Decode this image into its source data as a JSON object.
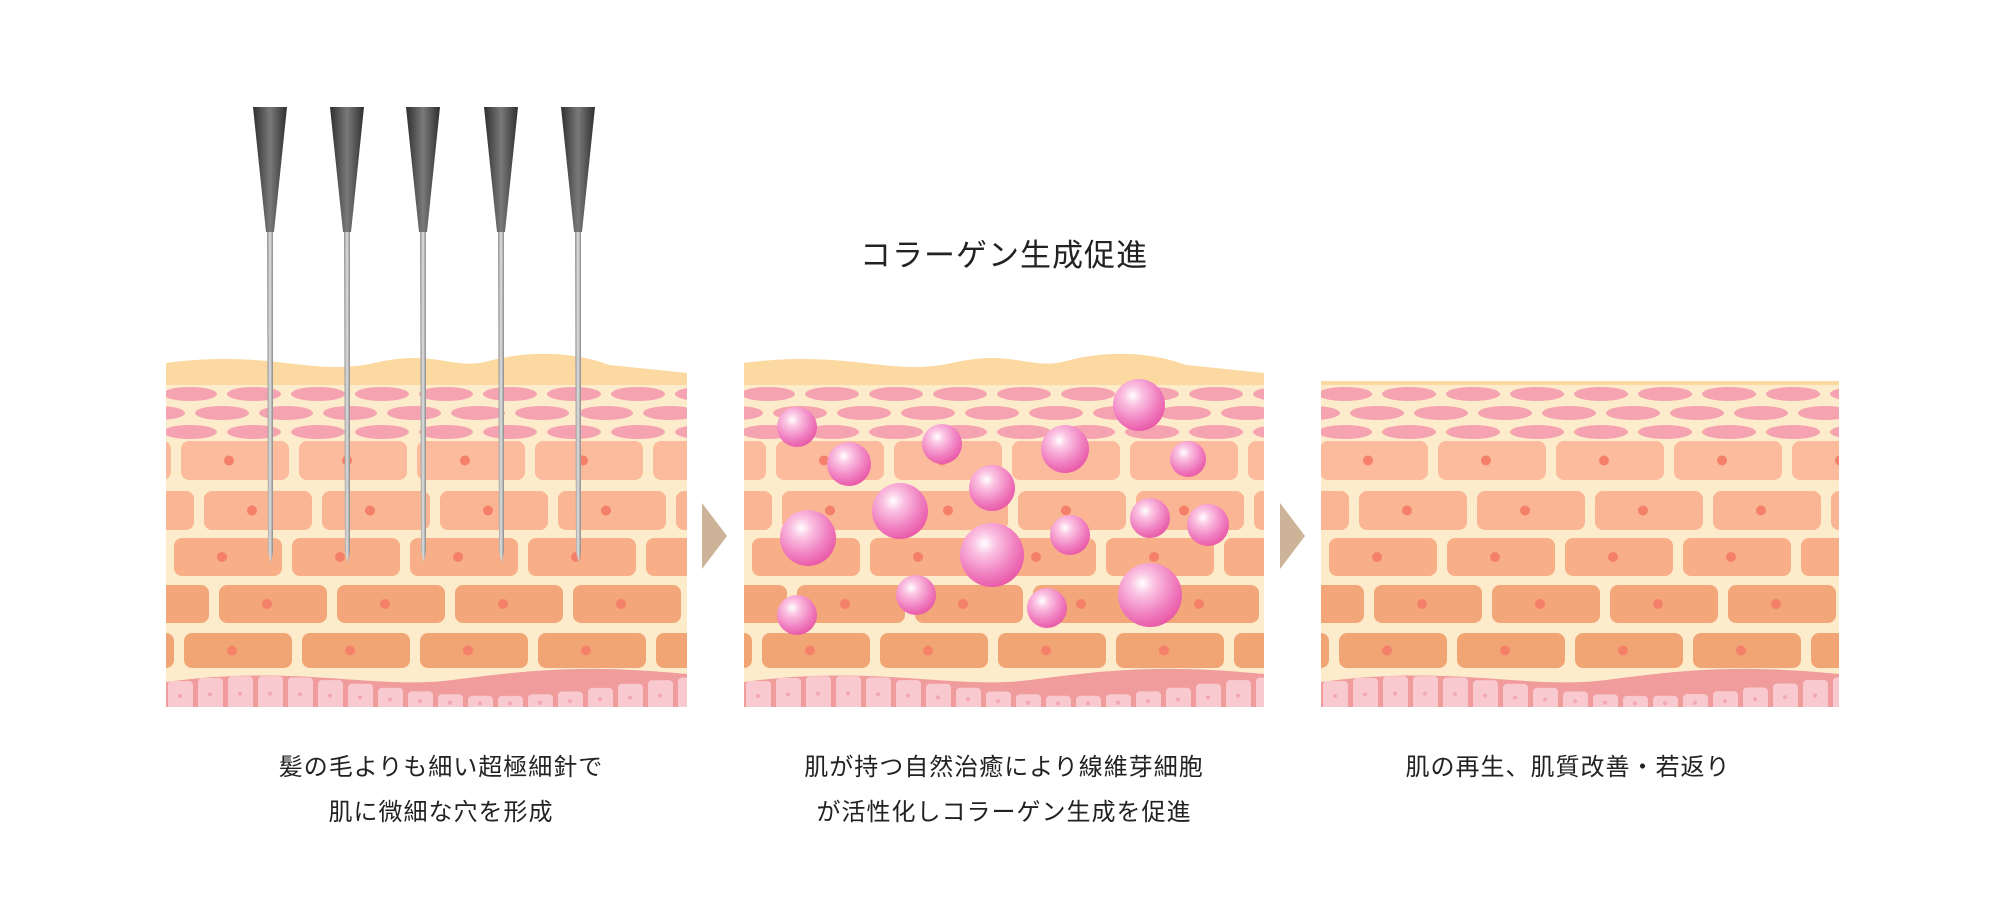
{
  "title": "コラーゲン生成促進",
  "steps": [
    {
      "caption_lines": [
        "髪の毛よりも細い超極細針で",
        "肌に微細な穴を形成"
      ]
    },
    {
      "caption_lines": [
        "肌が持つ自然治癒により線維芽細胞",
        "が活性化しコラーゲン生成を促進"
      ]
    },
    {
      "caption_lines": [
        "肌の再生、肌質改善・若返り"
      ]
    }
  ],
  "colors": {
    "cream": "#fdeccb",
    "top_band": "#fcd9a0",
    "ellipse_cells": "#f5a3b0",
    "brick_rows": [
      "#fbbb9c",
      "#fab594",
      "#f8ae86",
      "#f3a679",
      "#f1a575"
    ],
    "nucleus": "#f4806a",
    "basal_band": "#f09c9c",
    "basal_cells": "#f9c9d0",
    "collagen": "#f06bb4",
    "arrow": "#cdb397",
    "needle_dark": "#444444",
    "needle_shaft": "#a9a9a9"
  }
}
